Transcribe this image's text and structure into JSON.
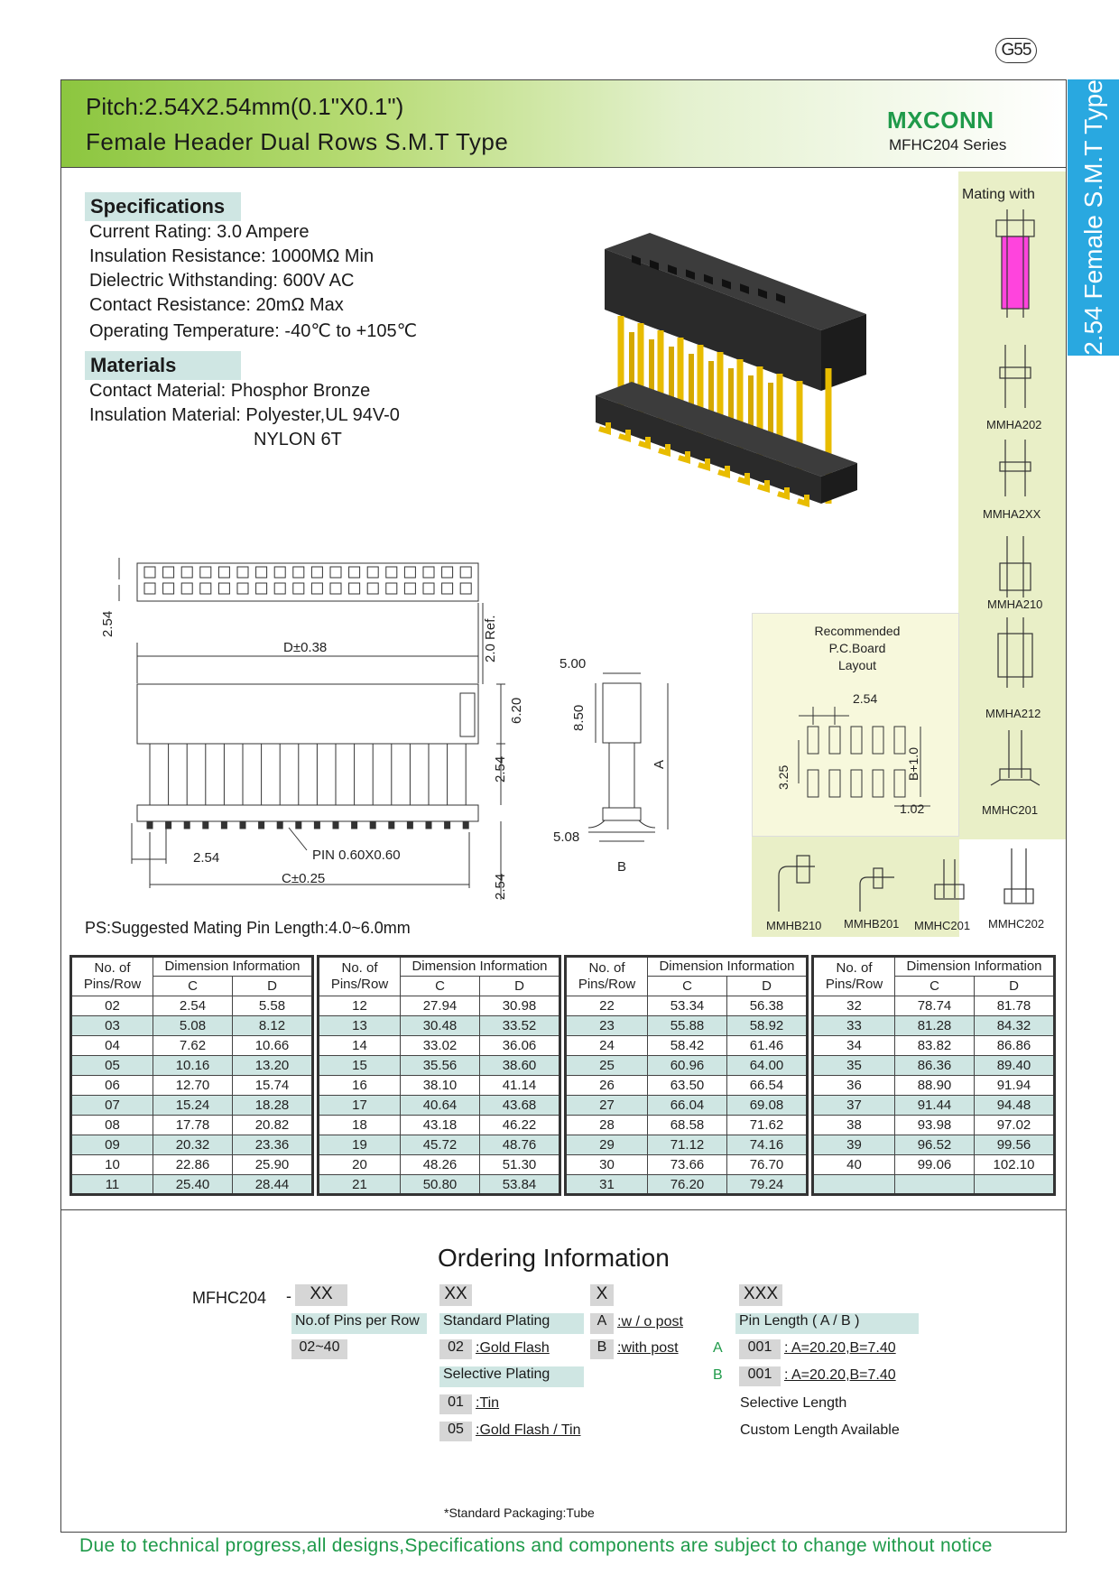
{
  "page_number": "G55",
  "header": {
    "title_line1": "Pitch:2.54X2.54mm(0.1\"X0.1\")",
    "title_line2": "Female Header Dual Rows S.M.T Type",
    "brand": "MXCONN",
    "series": "MFHC204 Series"
  },
  "side_tab": "2.54 Female S.M.T Type",
  "specifications": {
    "heading": "Specifications",
    "lines": [
      "Current Rating: 3.0 Ampere",
      "Insulation Resistance: 1000MΩ Min",
      "Dielectric Withstanding: 600V AC",
      "Contact  Resistance: 20mΩ Max",
      "Operating Temperature: -40℃ to +105℃"
    ]
  },
  "materials": {
    "heading": "Materials",
    "lines": [
      "Contact Material: Phosphor Bronze",
      "Insulation Material: Polyester,UL 94V-0",
      "NYLON 6T"
    ]
  },
  "mating": {
    "title": "Mating with",
    "parts": [
      "MMHA202",
      "MMHA2XX",
      "MMHA210",
      "MMHA212",
      "MMHC201",
      "MMHB210",
      "MMHB201",
      "MMHC201",
      "MMHC202"
    ]
  },
  "pcb_layout": {
    "title": [
      "Recommended",
      "P.C.Board",
      "Layout"
    ],
    "dims": {
      "pitch": "2.54",
      "row": "3.25",
      "ab": "B+1.0",
      "pad": "1.02"
    }
  },
  "drawing_dims": {
    "pitch_vertical": "2.54",
    "d": "D±0.38",
    "ref": "2.0 Ref.",
    "h620": "6.20",
    "h254a": "2.54",
    "pitch_bottom": "2.54",
    "pin": "PIN  0.60X0.60",
    "c": "C±0.25",
    "h254b": "2.54",
    "w500": "5.00",
    "h850": "8.50",
    "a": "A",
    "w508": "5.08",
    "b": "B"
  },
  "ps_note": "PS:Suggested Mating Pin Length:4.0~6.0mm",
  "dimension_table": {
    "col_pins": [
      "No. of",
      "Pins/Row"
    ],
    "col_info": "Dimension Information",
    "col_c": "C",
    "col_d": "D",
    "groups": [
      [
        [
          "02",
          "2.54",
          "5.58"
        ],
        [
          "03",
          "5.08",
          "8.12"
        ],
        [
          "04",
          "7.62",
          "10.66"
        ],
        [
          "05",
          "10.16",
          "13.20"
        ],
        [
          "06",
          "12.70",
          "15.74"
        ],
        [
          "07",
          "15.24",
          "18.28"
        ],
        [
          "08",
          "17.78",
          "20.82"
        ],
        [
          "09",
          "20.32",
          "23.36"
        ],
        [
          "10",
          "22.86",
          "25.90"
        ],
        [
          "11",
          "25.40",
          "28.44"
        ]
      ],
      [
        [
          "12",
          "27.94",
          "30.98"
        ],
        [
          "13",
          "30.48",
          "33.52"
        ],
        [
          "14",
          "33.02",
          "36.06"
        ],
        [
          "15",
          "35.56",
          "38.60"
        ],
        [
          "16",
          "38.10",
          "41.14"
        ],
        [
          "17",
          "40.64",
          "43.68"
        ],
        [
          "18",
          "43.18",
          "46.22"
        ],
        [
          "19",
          "45.72",
          "48.76"
        ],
        [
          "20",
          "48.26",
          "51.30"
        ],
        [
          "21",
          "50.80",
          "53.84"
        ]
      ],
      [
        [
          "22",
          "53.34",
          "56.38"
        ],
        [
          "23",
          "55.88",
          "58.92"
        ],
        [
          "24",
          "58.42",
          "61.46"
        ],
        [
          "25",
          "60.96",
          "64.00"
        ],
        [
          "26",
          "63.50",
          "66.54"
        ],
        [
          "27",
          "66.04",
          "69.08"
        ],
        [
          "28",
          "68.58",
          "71.62"
        ],
        [
          "29",
          "71.12",
          "74.16"
        ],
        [
          "30",
          "73.66",
          "76.70"
        ],
        [
          "31",
          "76.20",
          "79.24"
        ]
      ],
      [
        [
          "32",
          "78.74",
          "81.78"
        ],
        [
          "33",
          "81.28",
          "84.32"
        ],
        [
          "34",
          "83.82",
          "86.86"
        ],
        [
          "35",
          "86.36",
          "89.40"
        ],
        [
          "36",
          "88.90",
          "91.94"
        ],
        [
          "37",
          "91.44",
          "94.48"
        ],
        [
          "38",
          "93.98",
          "97.02"
        ],
        [
          "39",
          "96.52",
          "99.56"
        ],
        [
          "40",
          "99.06",
          "102.10"
        ],
        [
          "",
          "",
          ""
        ]
      ]
    ]
  },
  "ordering": {
    "title": "Ordering Information",
    "part": "MFHC204",
    "dash": "-",
    "code1": "XX",
    "code2": "XX",
    "code3": "X",
    "code4": "XXX",
    "pins_label": "No.of Pins per Row",
    "pins_range": "02~40",
    "std_plating": "Standard Plating",
    "opt_02": "02",
    "opt_02_text": ":Gold Flash",
    "sel_plating": "Selective Plating",
    "opt_01": "01",
    "opt_01_text": ":Tin",
    "opt_05": "05",
    "opt_05_text": ":Gold Flash / Tin",
    "post_a": "A",
    "post_a_text": ":w / o post",
    "post_b": "B",
    "post_b_text": ":with post",
    "pin_len_label": "Pin  Length ( A / B )",
    "len_a": "A",
    "len_a_code": "001",
    "len_a_text": ": A=20.20,B=7.40",
    "len_b": "B",
    "len_b_code": "001",
    "len_b_text": ": A=20.20,B=7.40",
    "sel_length": "Selective Length",
    "custom_length": "Custom Length Available"
  },
  "packaging": "*Standard Packaging:Tube",
  "footer": "Due to technical progress,all designs,Specifications and components are subject to change without notice"
}
